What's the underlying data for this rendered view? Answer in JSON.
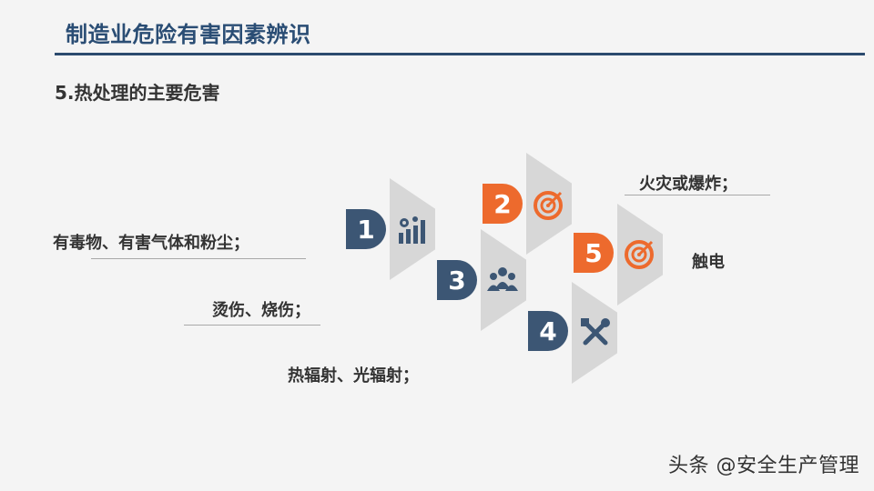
{
  "header": {
    "title": "制造业危险有害因素辨识",
    "subtitle": "5.热处理的主要危害"
  },
  "items": [
    {
      "number": "1",
      "label": "有毒物、有害气体和粉尘；",
      "icon": "chart-gear-icon"
    },
    {
      "number": "2",
      "label": "火灾或爆炸；",
      "icon": "target-icon"
    },
    {
      "number": "3",
      "label": "烫伤、烧伤；",
      "icon": "people-group-icon"
    },
    {
      "number": "4",
      "label": "热辐射、光辐射；",
      "icon": "tools-icon"
    },
    {
      "number": "5",
      "label": "触电",
      "icon": "target-icon"
    }
  ],
  "colors": {
    "accent_blue": "#3c5674",
    "accent_orange": "#ed6a2d",
    "title_blue": "#2a4d74"
  },
  "watermark": "头条 @安全生产管理"
}
